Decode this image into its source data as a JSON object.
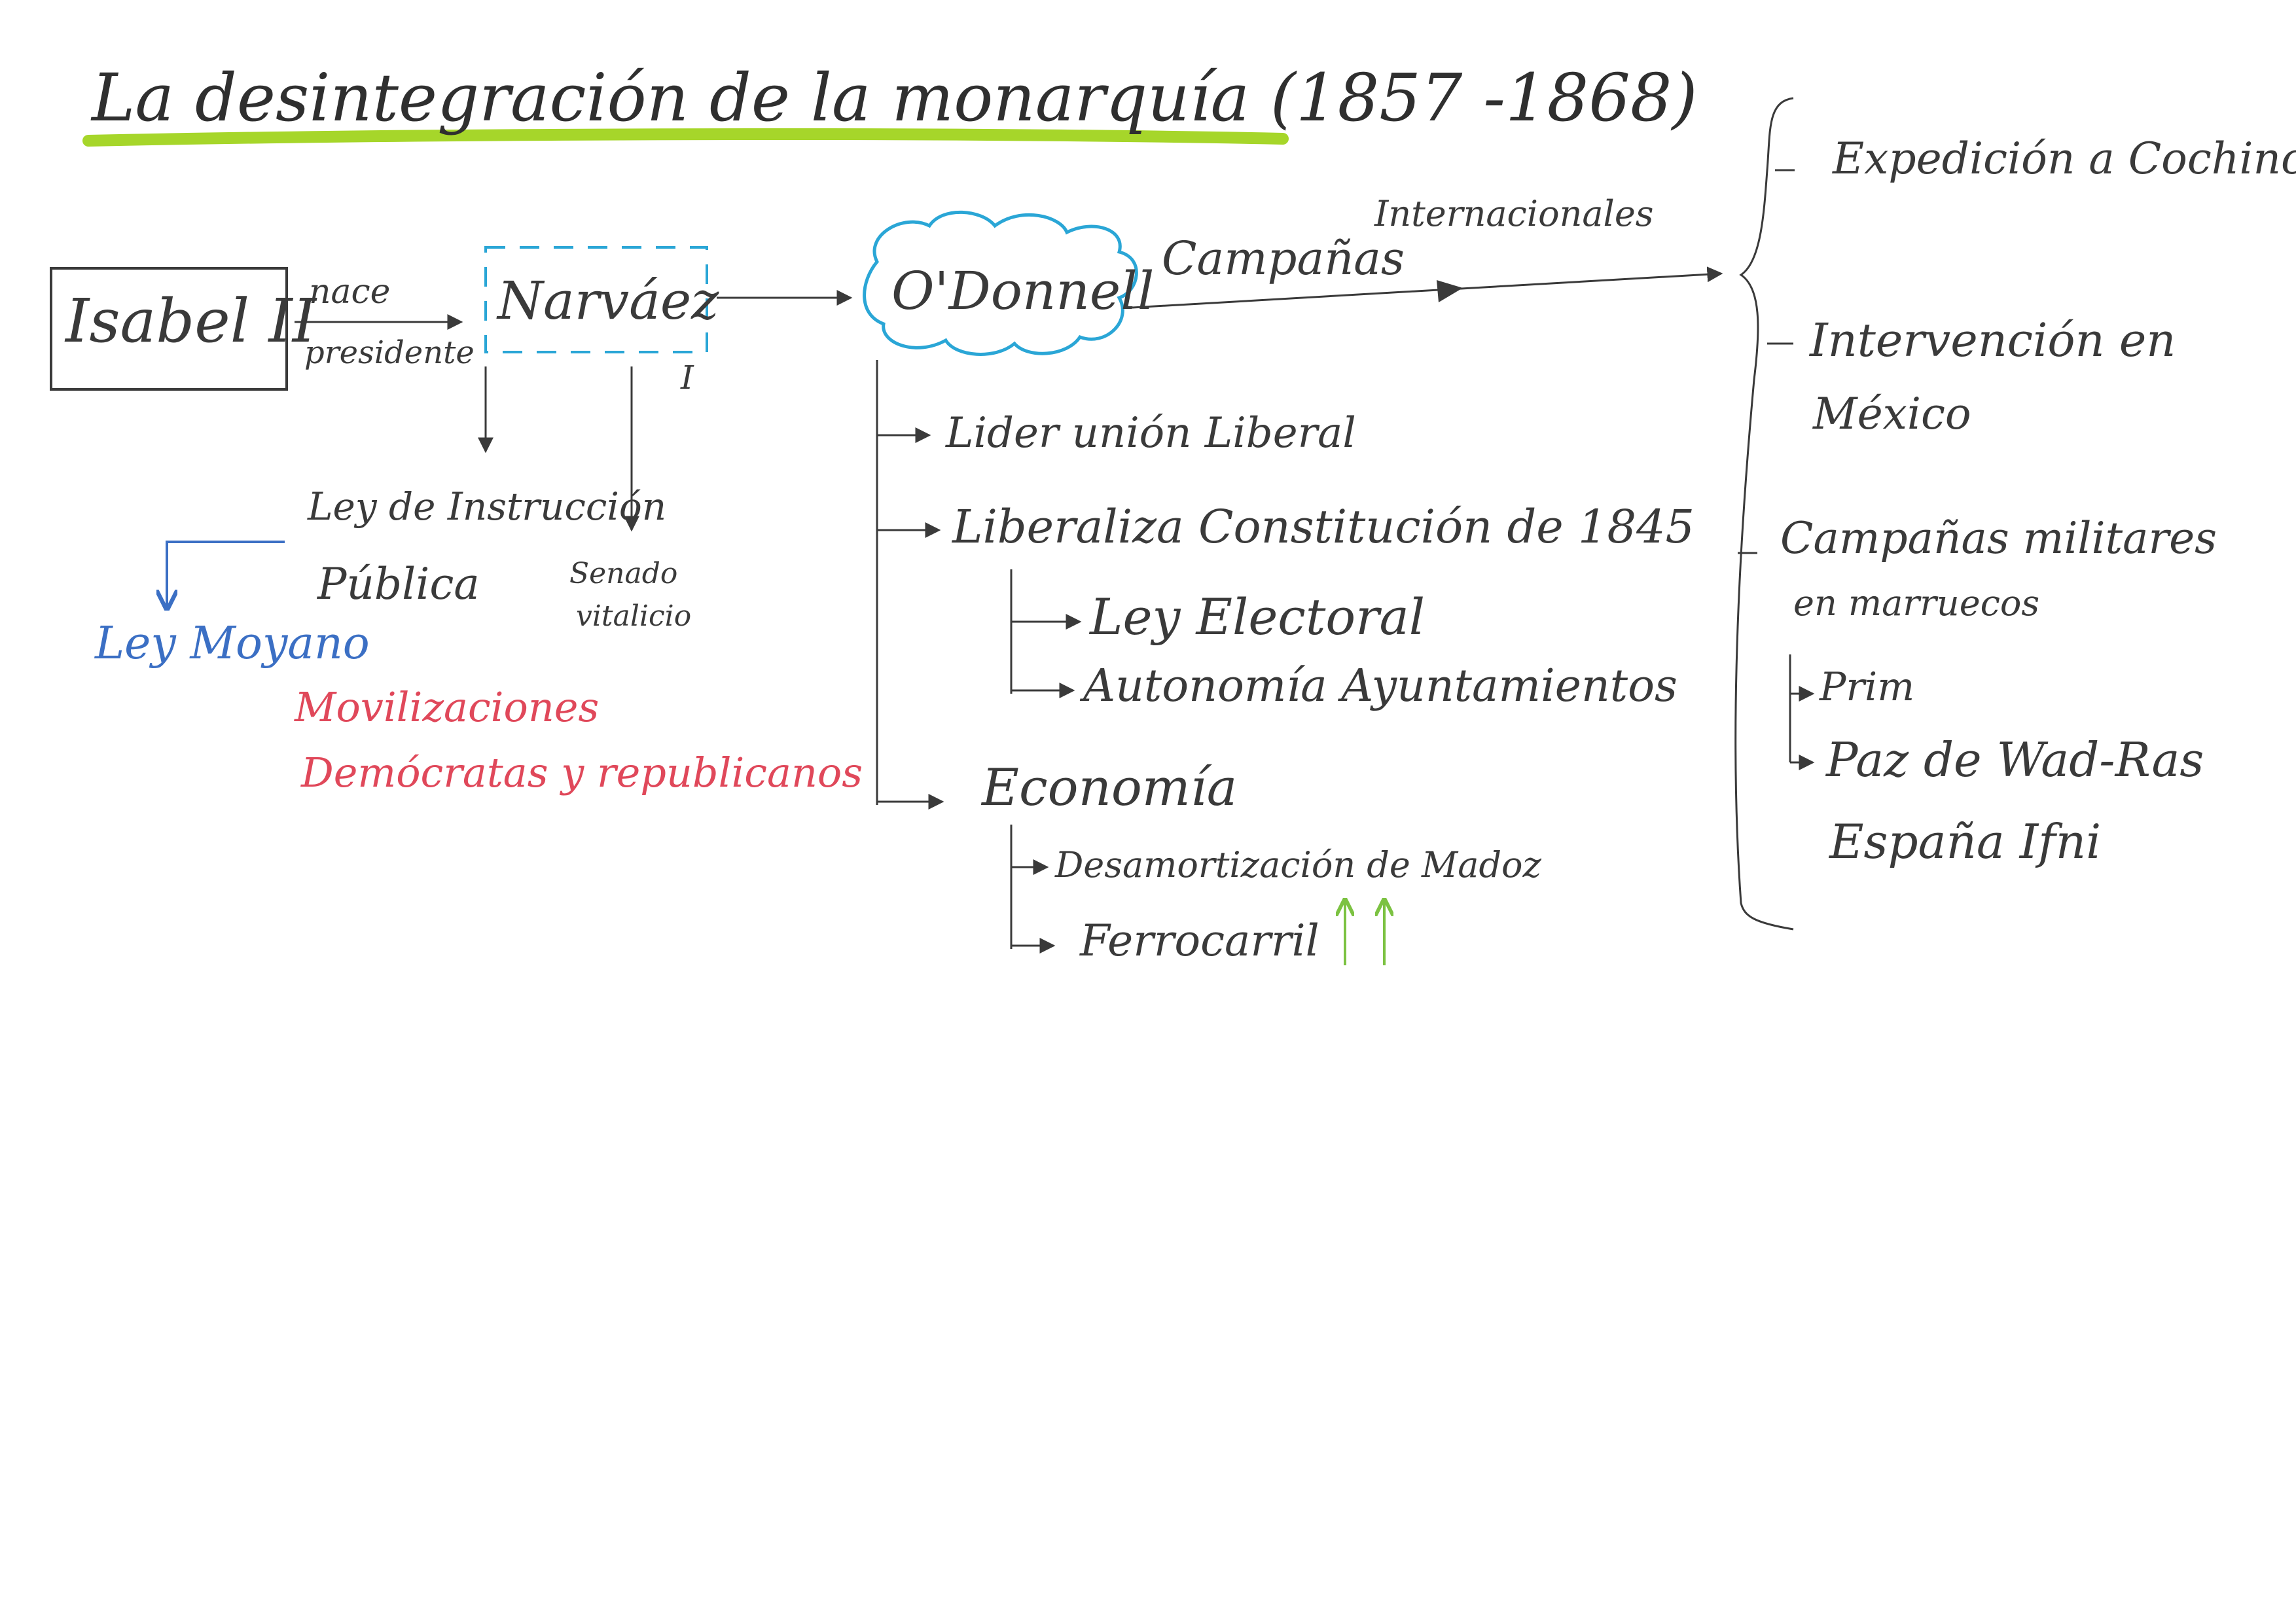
{
  "title": "La desintegración de la monarquía (1857 -1868)",
  "colors": {
    "ink": "#3a3a3a",
    "highlight": "#a6d62a",
    "cyan": "#2aa6d6",
    "blue": "#3b6fc4",
    "red": "#e0485a",
    "green": "#7cc242"
  },
  "left": {
    "isabel": "Isabel II",
    "edge_label_top": "nace",
    "edge_label_bottom": "presidente",
    "narvaez": "Narváez",
    "narvaez_mark": "I",
    "ley_instruccion_line1": "Ley de Instrucción",
    "ley_instruccion_line2": "Pública",
    "senado_line1": "Senado",
    "senado_line2": "vitalicio",
    "ley_moyano": "Ley Moyano",
    "movilizaciones_line1": "Movilizaciones",
    "movilizaciones_line2": "Demócratas y republicanos"
  },
  "center": {
    "odonnell": "O'Donnell",
    "campanas": "Campañas",
    "internacionales": "Internacionales",
    "items": [
      "Lider unión Liberal",
      "Liberaliza Constitución de 1845",
      "Ley Electoral",
      "Autonomía Ayuntamientos",
      "Economía",
      "Desamortización de Madoz",
      "Ferrocarril"
    ],
    "arrows_symbol": "↑↑"
  },
  "right": {
    "expedicion": "Expedición a Cochinchina",
    "intervencion_line1": "Intervención en",
    "intervencion_line2": "México",
    "campanas_line1": "Campañas militares",
    "campanas_line2": "en marruecos",
    "prim": "Prim",
    "paz_line1": "Paz de Wad-Ras",
    "paz_line2": "España Ifni"
  }
}
